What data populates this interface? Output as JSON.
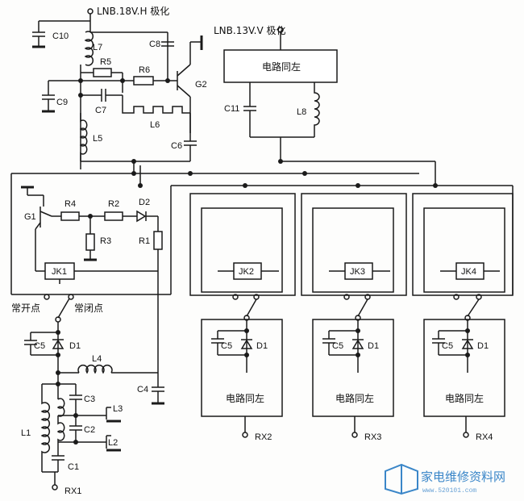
{
  "supply": {
    "h": "LNB.18V.H 极化",
    "v": "LNB.13V.V 极化"
  },
  "same_circuit": "电路同左",
  "contacts": {
    "no": "常开点",
    "nc": "常闭点"
  },
  "components": {
    "C10": "C10",
    "L7": "L7",
    "C8": "C8",
    "R5": "R5",
    "R6": "R6",
    "G2": "G2",
    "C9": "C9",
    "C7": "C7",
    "L6": "L6",
    "L5": "L5",
    "C6": "C6",
    "C11": "C11",
    "L8": "L8",
    "G1": "G1",
    "R4": "R4",
    "R2": "R2",
    "D2": "D2",
    "R3": "R3",
    "R1": "R1",
    "JK1": "JK1",
    "JK2": "JK2",
    "JK3": "JK3",
    "JK4": "JK4",
    "C5": "C5",
    "D1": "D1",
    "L4": "L4",
    "C4": "C4",
    "L1": "L1",
    "C3": "C3",
    "L3": "L3",
    "C2": "C2",
    "L2": "L2",
    "C1": "C1",
    "RX1": "RX1",
    "RX2": "RX2",
    "RX3": "RX3",
    "RX4": "RX4"
  },
  "watermark": {
    "text": "家电维修资料网",
    "url": "www.520101.com"
  }
}
